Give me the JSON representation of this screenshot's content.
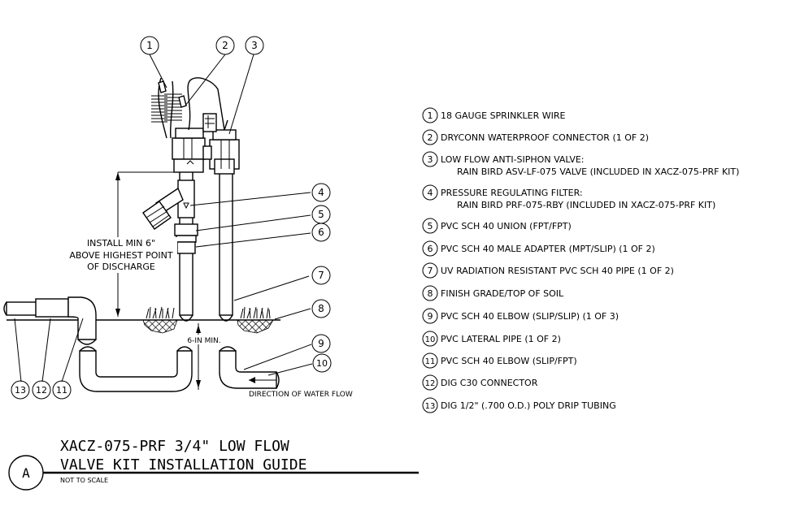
{
  "callouts": [
    "1",
    "2",
    "3",
    "4",
    "5",
    "6",
    "7",
    "8",
    "9",
    "10",
    "11",
    "12",
    "13"
  ],
  "legend": [
    {
      "num": "1",
      "lines": [
        "18 GAUGE SPRINKLER WIRE"
      ]
    },
    {
      "num": "2",
      "lines": [
        "DRYCONN WATERPROOF CONNECTOR (1 OF 2)"
      ]
    },
    {
      "num": "3",
      "lines": [
        "LOW FLOW ANTI-SIPHON VALVE:",
        "RAIN BIRD ASV-LF-075 VALVE (INCLUDED IN XACZ-075-PRF KIT)"
      ]
    },
    {
      "num": "4",
      "lines": [
        "PRESSURE REGULATING FILTER:",
        "RAIN BIRD PRF-075-RBY (INCLUDED IN XACZ-075-PRF KIT)"
      ]
    },
    {
      "num": "5",
      "lines": [
        "PVC SCH 40 UNION (FPT/FPT)"
      ]
    },
    {
      "num": "6",
      "lines": [
        "PVC SCH 40 MALE ADAPTER (MPT/SLIP) (1 OF 2)"
      ]
    },
    {
      "num": "7",
      "lines": [
        "UV RADIATION RESISTANT PVC SCH 40 PIPE (1 OF 2)"
      ]
    },
    {
      "num": "8",
      "lines": [
        "FINISH GRADE/TOP OF SOIL"
      ]
    },
    {
      "num": "9",
      "lines": [
        "PVC SCH 40 ELBOW (SLIP/SLIP) (1 OF 3)"
      ]
    },
    {
      "num": "10",
      "lines": [
        "PVC LATERAL PIPE (1 OF 2)"
      ]
    },
    {
      "num": "11",
      "lines": [
        "PVC SCH 40 ELBOW (SLIP/FPT)"
      ]
    },
    {
      "num": "12",
      "lines": [
        "DIG C30 CONNECTOR"
      ]
    },
    {
      "num": "13",
      "lines": [
        "DIG 1/2\" (.700 O.D.) POLY DRIP TUBING"
      ]
    }
  ],
  "notes": {
    "install_line1": "INSTALL MIN 6\"",
    "install_line2": "ABOVE HIGHEST POINT",
    "install_line3": "OF DISCHARGE",
    "six_in_min": "6-IN MIN.",
    "direction": "DIRECTION OF WATER FLOW"
  },
  "title_block": {
    "detail_letter": "A",
    "title_line1": "XACZ-075-PRF 3/4\" LOW  FLOW",
    "title_line2": "VALVE KIT INSTALLATION GUIDE",
    "scale": "NOT TO SCALE"
  }
}
